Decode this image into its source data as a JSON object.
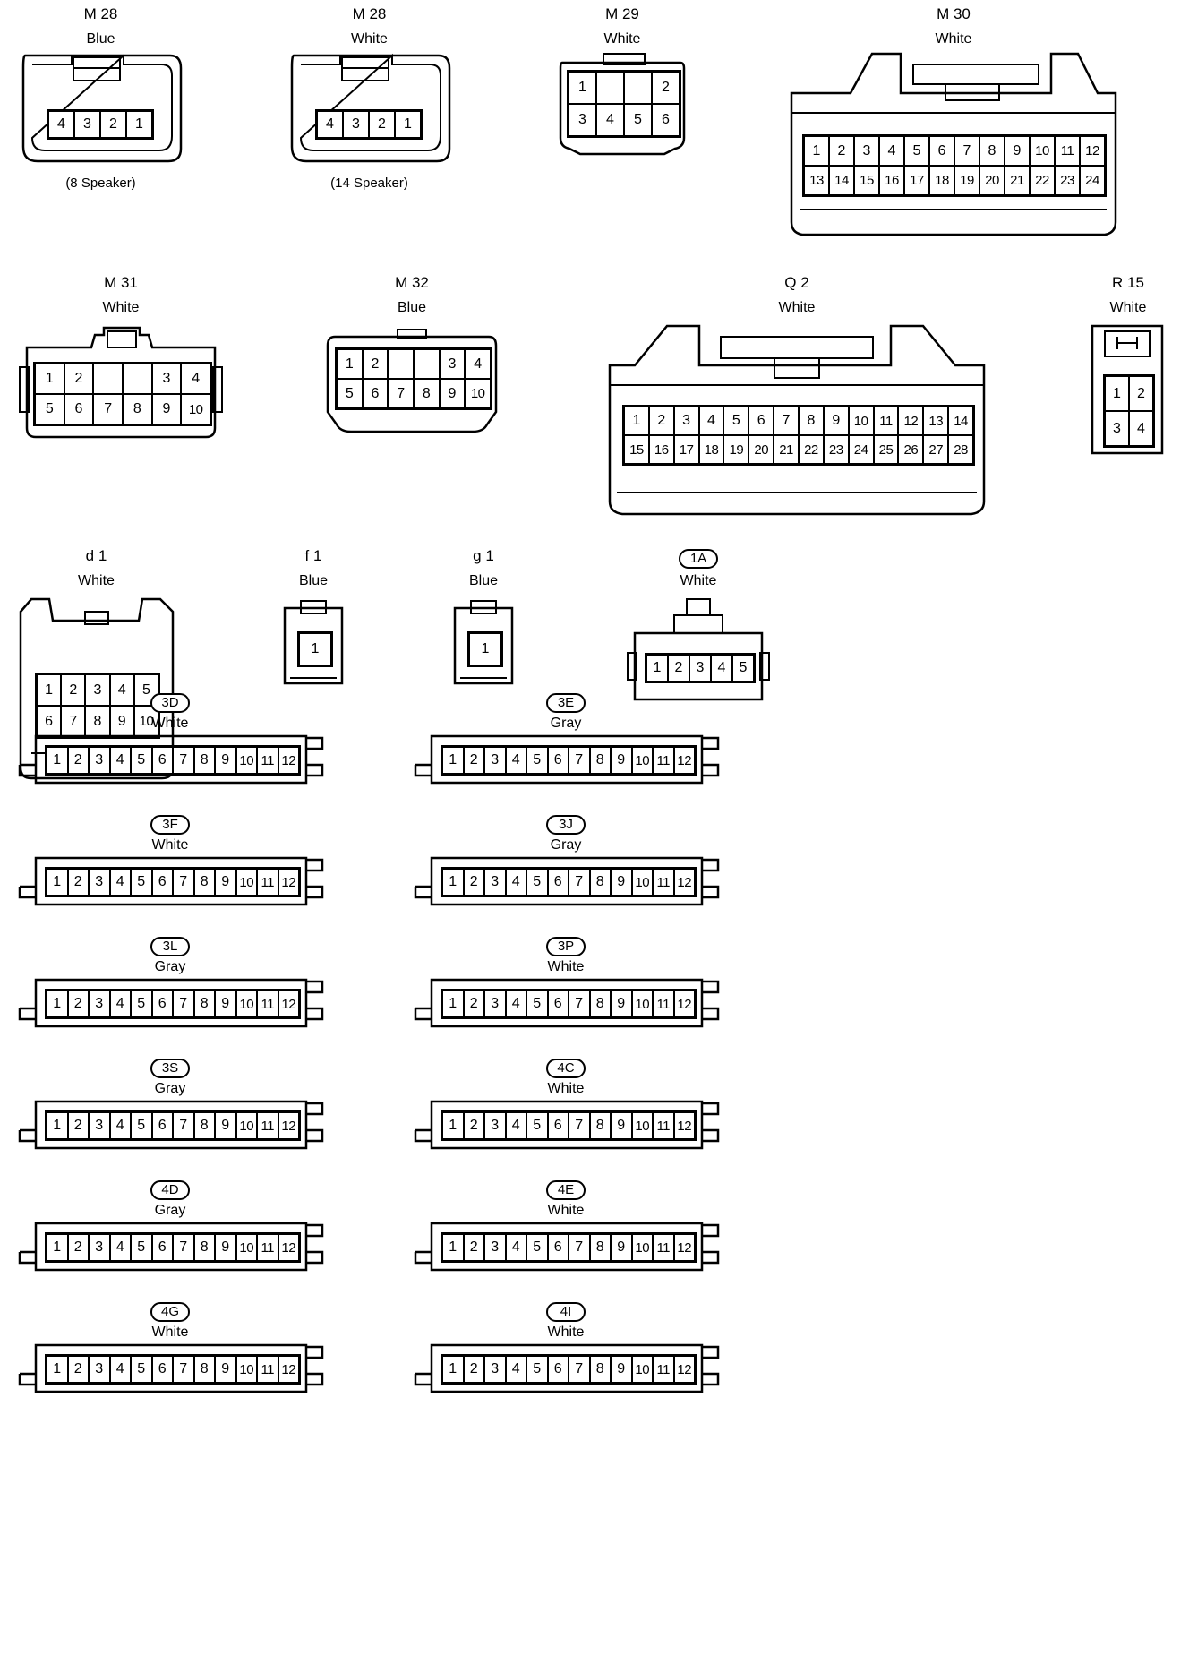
{
  "connectors": [
    {
      "id": "m28a",
      "code": "M 28",
      "color": "Blue",
      "note": "(8 Speaker)",
      "pins": [
        [
          "4",
          "3",
          "2",
          "1"
        ]
      ]
    },
    {
      "id": "m28b",
      "code": "M 28",
      "color": "White",
      "note": "(14 Speaker)",
      "pins": [
        [
          "4",
          "3",
          "2",
          "1"
        ]
      ]
    },
    {
      "id": "m29",
      "code": "M 29",
      "color": "White",
      "pins": [
        [
          "1",
          "",
          "",
          "2"
        ],
        [
          "3",
          "4",
          "5",
          "6"
        ]
      ]
    },
    {
      "id": "m30",
      "code": "M 30",
      "color": "White",
      "pins": [
        [
          "1",
          "2",
          "3",
          "4",
          "5",
          "6",
          "7",
          "8",
          "9",
          "10",
          "11",
          "12"
        ],
        [
          "13",
          "14",
          "15",
          "16",
          "17",
          "18",
          "19",
          "20",
          "21",
          "22",
          "23",
          "24"
        ]
      ]
    },
    {
      "id": "m31",
      "code": "M 31",
      "color": "White",
      "pins": [
        [
          "1",
          "2",
          "",
          "",
          "3",
          "4"
        ],
        [
          "5",
          "6",
          "7",
          "8",
          "9",
          "10"
        ]
      ]
    },
    {
      "id": "m32",
      "code": "M 32",
      "color": "Blue",
      "pins": [
        [
          "1",
          "2",
          "",
          "",
          "3",
          "4"
        ],
        [
          "5",
          "6",
          "7",
          "8",
          "9",
          "10"
        ]
      ]
    },
    {
      "id": "q2",
      "code": "Q 2",
      "color": "White",
      "pins": [
        [
          "1",
          "2",
          "3",
          "4",
          "5",
          "6",
          "7",
          "8",
          "9",
          "10",
          "11",
          "12",
          "13",
          "14"
        ],
        [
          "15",
          "16",
          "17",
          "18",
          "19",
          "20",
          "21",
          "22",
          "23",
          "24",
          "25",
          "26",
          "27",
          "28"
        ]
      ]
    },
    {
      "id": "r15",
      "code": "R 15",
      "color": "White",
      "pins": [
        [
          "1",
          "2"
        ],
        [
          "3",
          "4"
        ]
      ]
    },
    {
      "id": "d1",
      "code": "d 1",
      "color": "White",
      "pins": [
        [
          "1",
          "2",
          "3",
          "4",
          "5"
        ],
        [
          "6",
          "7",
          "8",
          "9",
          "10"
        ]
      ]
    },
    {
      "id": "f1",
      "code": "f 1",
      "color": "Blue",
      "pins": [
        [
          "1"
        ]
      ]
    },
    {
      "id": "g1",
      "code": "g 1",
      "color": "Blue",
      "pins": [
        [
          "1"
        ]
      ]
    },
    {
      "id": "c1a",
      "code": "1A",
      "color": "White",
      "pins": [
        [
          "1",
          "2",
          "3",
          "4",
          "5"
        ]
      ]
    }
  ],
  "junctions": [
    {
      "code": "3D",
      "color": "White"
    },
    {
      "code": "3E",
      "color": "Gray"
    },
    {
      "code": "3F",
      "color": "White"
    },
    {
      "code": "3J",
      "color": "Gray"
    },
    {
      "code": "3L",
      "color": "Gray"
    },
    {
      "code": "3P",
      "color": "White"
    },
    {
      "code": "3S",
      "color": "Gray"
    },
    {
      "code": "4C",
      "color": "White"
    },
    {
      "code": "4D",
      "color": "Gray"
    },
    {
      "code": "4E",
      "color": "White"
    },
    {
      "code": "4G",
      "color": "White"
    },
    {
      "code": "4I",
      "color": "White"
    }
  ],
  "junction_pins": [
    "1",
    "2",
    "3",
    "4",
    "5",
    "6",
    "7",
    "8",
    "9",
    "10",
    "11",
    "12"
  ]
}
